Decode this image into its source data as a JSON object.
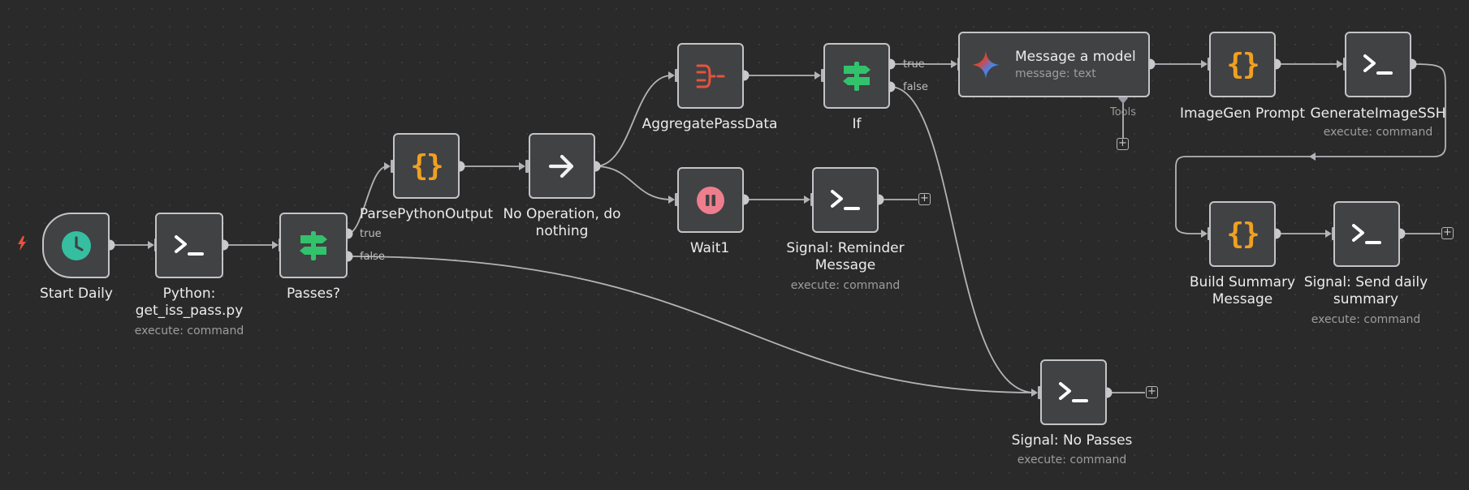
{
  "nodes": {
    "start_daily": {
      "label": "Start Daily",
      "icon": "clock-icon"
    },
    "python": {
      "label": "Python:\nget_iss_pass.py",
      "sub": "execute: command",
      "icon": "terminal-icon"
    },
    "passes": {
      "label": "Passes?",
      "icon": "signpost-icon",
      "true_label": "true",
      "false_label": "false"
    },
    "parse": {
      "label": "ParsePythonOutput",
      "icon": "curly-braces-icon",
      "glyph": "{}"
    },
    "noop": {
      "label": "No Operation, do\nnothing",
      "icon": "arrow-right-icon"
    },
    "aggregate": {
      "label": "AggregatePassData",
      "icon": "aggregate-icon"
    },
    "if": {
      "label": "If",
      "icon": "signpost-icon",
      "true_label": "true",
      "false_label": "false"
    },
    "wait1": {
      "label": "Wait1",
      "icon": "pause-icon"
    },
    "reminder": {
      "label": "Signal: Reminder\nMessage",
      "sub": "execute: command",
      "icon": "terminal-icon"
    },
    "message_model": {
      "title": "Message a model",
      "sub": "message: text",
      "icon": "gemini-sparkle-icon",
      "tools_label": "Tools"
    },
    "imagegen": {
      "label": "ImageGen Prompt",
      "icon": "curly-braces-icon",
      "glyph": "{}"
    },
    "generate_image": {
      "label": "GenerateImageSSH",
      "sub": "execute: command",
      "icon": "terminal-icon"
    },
    "build_summary": {
      "label": "Build Summary\nMessage",
      "icon": "curly-braces-icon",
      "glyph": "{}"
    },
    "send_summary": {
      "label": "Signal: Send daily\nsummary",
      "sub": "execute: command",
      "icon": "terminal-icon"
    },
    "no_passes": {
      "label": "Signal: No Passes",
      "sub": "execute: command",
      "icon": "terminal-icon"
    }
  },
  "colors": {
    "canvas": "#2a2a2a",
    "node_bg": "#414244",
    "node_border": "#c4c4c8",
    "edge": "#b4b4b8",
    "clock_green": "#35bfa0",
    "signpost_green": "#32c26c",
    "braces_orange": "#f0a020",
    "aggregate_red": "#e5533d",
    "pause_pink": "#ee7e8d",
    "bolt_red": "#e5533d"
  }
}
